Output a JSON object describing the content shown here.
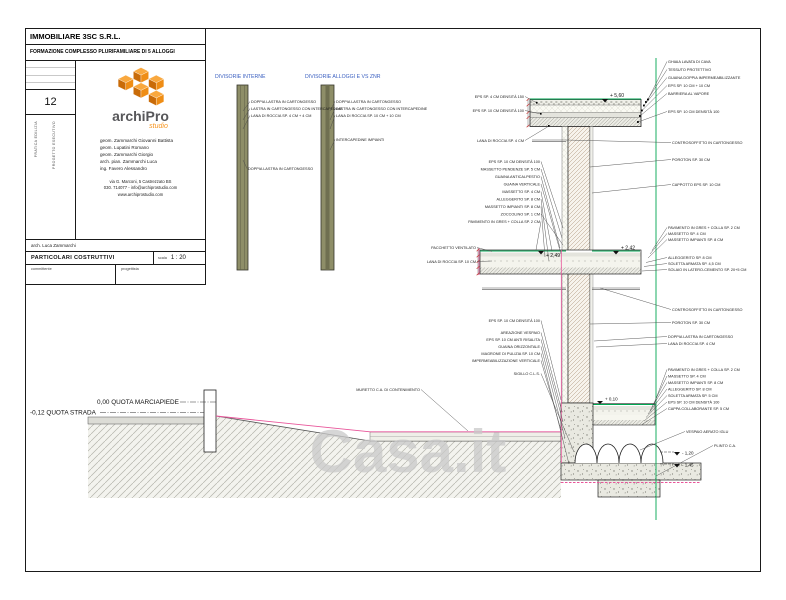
{
  "titleblock": {
    "company": "IMMOBILIARE 3SC S.R.L.",
    "project": "FORMAZIONE COMPLESSO PLURIFAMILIARE DI 5 ALLOGGI",
    "sheet_number": "12",
    "side_label_1": "PRATICA EDILIZIA",
    "side_label_2": "PROGETTO ESECUTIVO",
    "logo_name": "archiPro",
    "logo_sub": "studio",
    "team": [
      "geom. Zammarchi Giovanni Battista",
      "geom. Lupatini Romano",
      "geom. Zammarchi Giorgio",
      "arch. pian. Zammarchi Luca",
      "ing. Favero Alessandro"
    ],
    "address_lines": [
      "via G. Marconi, 5 Castrezzato BS",
      "030. 714077 - info@archiprostudio.com",
      "www.archiprostudio.com"
    ],
    "signature": "arch. Luca Zammarchi",
    "scale_label": "scala",
    "scale_value": "1 : 20",
    "drawing_title": "PARTICOLARI COSTRUTTIVI",
    "footer_left": "committente",
    "footer_right": "progettista"
  },
  "labels": {
    "divisorie_interne": "DIVISORIE INTERNE",
    "divisorie_alloggi": "DIVISORIE ALLOGGI E VS ZNR"
  },
  "ground": {
    "sidewalk_label": "0,00 QUOTA MARCIAPIEDE",
    "road_label": "-0,12 QUOTA STRADA"
  },
  "elevations": {
    "roof": "+ 5,60",
    "mid_left": "+ 2,49",
    "mid_right": "+ 2,42",
    "ground_floor": "+ 0,10",
    "foundation_top": "- 1,20",
    "foundation_base": "- 1,45"
  },
  "annotations": {
    "wall1": [
      "DOPPIA LASTRA IN CARTONGESSO",
      "LASTRA IN CARTONGESSO CON INTERCAPEDINE",
      "LANA DI ROCCIA SP. 4 CM + 4 CM",
      "DOPPIA LASTRA IN CARTONGESSO"
    ],
    "wall2": [
      "DOPPIA LASTRA IN CARTONGESSO",
      "LASTRA IN CARTONGESSO CON INTERCAPEDINE",
      "LANA DI ROCCIA SP. 10 CM + 10 CM",
      "INTERCAPEDINE IMPIANTI"
    ],
    "roof_left": [
      "EPS SP. 4 CM DENSITÀ 150",
      "EPS SP. 10 CM DENSITÀ 100",
      "LANA DI ROCCIA SP. 4 CM"
    ],
    "roof_right": [
      "GHIAIA LAVATA DI CAVA",
      "TESSUTO PROTETTIVO",
      "GUAINA DOPPIA IMPERMEABILIZZANTE",
      "EPS SP. 10 CM + 10 CM",
      "BARRIERA AL VAPORE",
      "EPS SP. 10 CM DENSITÀ 100"
    ],
    "upper_right": [
      "CONTROSOFFITTO IN CARTONGESSO",
      "POROTON SP. 30 CM",
      "CAPPOTTO EPS SP. 10 CM"
    ],
    "mid_left": [
      "EPS SP. 10 CM DENSITÀ 100",
      "MASSETTO PENDENZE SP. 5 CM",
      "GUAINA ANTICALPESTIO",
      "GUAINA VERTICALE",
      "MASSETTO SP. 4 CM",
      "ALLEGGERITO SP. 8 CM",
      "MASSETTO IMPIANTI SP. 8 CM",
      "ZOCCOLINO SP. 1 CM",
      "PAVIMENTO IN GRES + COLLA SP. 2 CM",
      "PACCHETTO VENTILATO",
      "LANA DI ROCCIA SP. 10 CM"
    ],
    "mid_right": [
      "PAVIMENTO IN GRES + COLLA SP. 2 CM",
      "MASSETTO SP. 4 CM",
      "MASSETTO IMPIANTI SP. 8 CM",
      "ALLEGGERITO SP. 8 CM",
      "SOLETTA ARMATA SP. 4,5 CM",
      "SOLAIO IN LATERO-CEMENTO SP. 20+5 CM",
      "CONTROSOFFITTO IN CARTONGESSO",
      "POROTON SP. 30 CM",
      "DOPPIA LASTRA IN CARTONGESSO",
      "LANA DI ROCCIA SP. 4 CM"
    ],
    "lower_left": [
      "EPS SP. 10 CM DENSITÀ 100",
      "AREAZIONE VESPAIO",
      "EPS SP. 10 CM ANTI RISALITA",
      "GUAINA ORIZZONTALE",
      "MAGRONE DI PULIZIA SP. 10 CM",
      "IMPERMEABILIZZAZIONE VERTICALE",
      "SIGILLO C.L.S.",
      "MURETTO C.A. DI CONTENIMENTO"
    ],
    "ground_right": [
      "PAVIMENTO IN GRES + COLLA SP. 2 CM",
      "MASSETTO SP. 4 CM",
      "MASSETTO IMPIANTI SP. 8 CM",
      "ALLEGGERITO SP. 8 CM",
      "SOLETTA ARMATA SP. 5 CM",
      "EPS SP. 10 CM DENSITÀ 100",
      "CAPPA COLLABORANTE SP. 5 CM"
    ],
    "foundation": [
      "VESPAIO AERATO IGLU",
      "PLINTO C.A."
    ]
  },
  "watermark": "Casa.it",
  "colors": {
    "accent_green": "#00a651",
    "accent_pink": "#e8559a",
    "label_blue": "#3a5fc0",
    "logo_orange": "#f7941d",
    "partition_olive": "#8e8e68"
  }
}
